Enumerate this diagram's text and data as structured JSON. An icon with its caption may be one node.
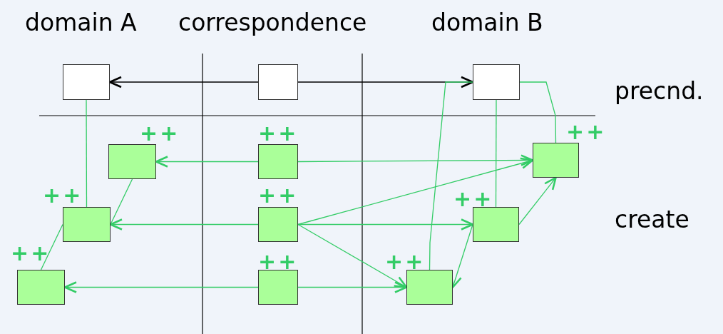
{
  "diagram": {
    "nodes": [
      {
        "text": [],
        "shape": "box"
      },
      {
        "text": [],
        "shape": "box"
      },
      {
        "text": [],
        "shape": "box"
      },
      {
        "text": [],
        "shape": "box",
        "beside": [
          "++"
        ]
      },
      {
        "text": [],
        "shape": "box",
        "beside": [
          "++"
        ]
      },
      {
        "text": [],
        "shape": "box",
        "beside": [
          "++"
        ]
      },
      {
        "text": [],
        "shape": "box",
        "beside": [
          "++"
        ]
      },
      {
        "text": [],
        "shape": "box",
        "beside": [
          "++"
        ]
      },
      {
        "text": [],
        "shape": "box",
        "beside": [
          "++"
        ]
      },
      {
        "text": [],
        "shape": "box",
        "beside": [
          "++"
        ]
      },
      {
        "text": [],
        "shape": "box",
        "beside": [
          "++"
        ]
      },
      {
        "text": [],
        "shape": "box",
        "beside": [
          "++"
        ]
      }
    ],
    "edges": [
      {
        "from": 1,
        "to": 0,
        "arrow": "to",
        "color": "#000000"
      },
      {
        "from": 1,
        "to": 2,
        "arrow": "to",
        "color": "#000000"
      },
      {
        "from": 0,
        "to": 6,
        "arrow": "none"
      },
      {
        "from": 3,
        "to": 6,
        "arrow": "none"
      },
      {
        "from": 6,
        "to": 9,
        "arrow": "none"
      },
      {
        "from": 4,
        "to": 3,
        "arrow": "to"
      },
      {
        "from": 4,
        "to": 5,
        "arrow": "to"
      },
      {
        "from": 7,
        "to": 6,
        "arrow": "to"
      },
      {
        "from": 7,
        "to": 8,
        "arrow": "to"
      },
      {
        "from": 7,
        "to": 5,
        "arrow": "to"
      },
      {
        "from": 7,
        "to": 11,
        "arrow": "to"
      },
      {
        "from": 10,
        "to": 9,
        "arrow": "to"
      },
      {
        "from": 10,
        "to": 11,
        "arrow": "to"
      },
      {
        "from": 2,
        "to": 5,
        "arrow": "none"
      },
      {
        "from": 2,
        "to": 8,
        "arrow": "none"
      },
      {
        "from": 11,
        "to": 2,
        "arrow": "none"
      },
      {
        "from": 8,
        "to": 5,
        "arrow": "to"
      },
      {
        "from": 8,
        "to": 11,
        "arrow": "to"
      }
    ],
    "labels": [
      "domain A",
      "correspondence",
      "domain B",
      "precnd.",
      "create"
    ]
  }
}
